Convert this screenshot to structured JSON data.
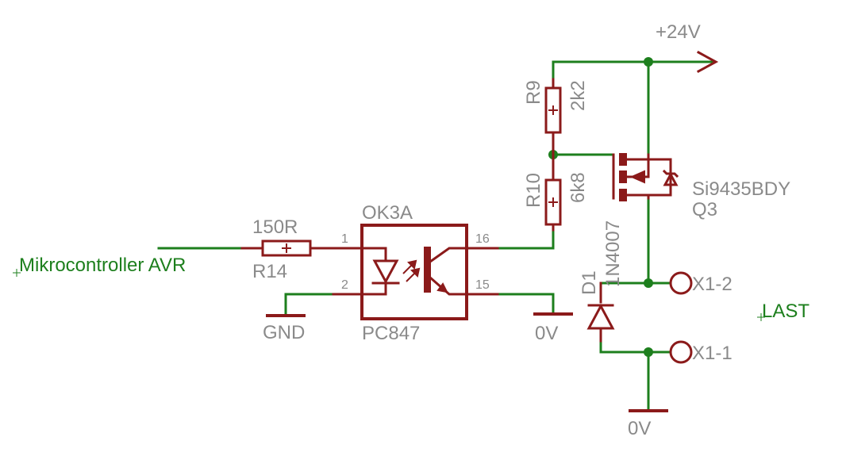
{
  "nets": {
    "input": "Mikrocontroller AVR",
    "load": "LAST",
    "supply": "+24V",
    "ground_left": "GND",
    "ground_mid": "0V",
    "ground_right": "0V"
  },
  "components": {
    "r14": {
      "name": "R14",
      "value": "150R"
    },
    "r9": {
      "name": "R9",
      "value": "2k2"
    },
    "r10": {
      "name": "R10",
      "value": "6k8"
    },
    "ok3a": {
      "name": "OK3A",
      "value": "PC847",
      "pins": [
        "1",
        "2",
        "16",
        "15"
      ]
    },
    "q3": {
      "name": "Q3",
      "value": "Si9435BDY"
    },
    "d1": {
      "name": "D1",
      "value": "1N4007"
    },
    "x1_2": {
      "name": "X1-2"
    },
    "x1_1": {
      "name": "X1-1"
    }
  },
  "colors": {
    "wire": "#1d7f1d",
    "symbol": "#8b1a1a",
    "label": "#8a8a8a"
  }
}
